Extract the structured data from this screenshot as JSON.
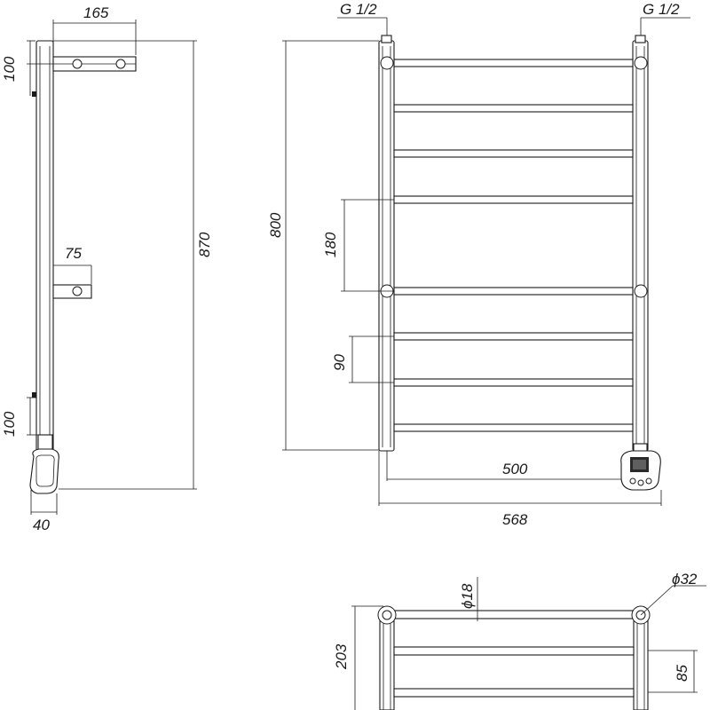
{
  "dimensions": {
    "side_top_bracket_depth": "165",
    "side_top_offset": "100",
    "side_mid_bracket_depth": "75",
    "side_total_height": "870",
    "side_bottom_offset": "100",
    "side_heater_width": "40",
    "front_left_connection": "G 1/2",
    "front_right_connection": "G 1/2",
    "front_height": "800",
    "front_gap_large": "180",
    "front_gap_small": "90",
    "front_center_distance": "500",
    "front_total_width": "568",
    "top_bar_diameter": "ϕ18",
    "top_post_diameter": "ϕ32",
    "top_depth": "203",
    "top_bar_spacing": "85"
  },
  "colors": {
    "line": "#1a1a1a",
    "background": "#ffffff"
  }
}
